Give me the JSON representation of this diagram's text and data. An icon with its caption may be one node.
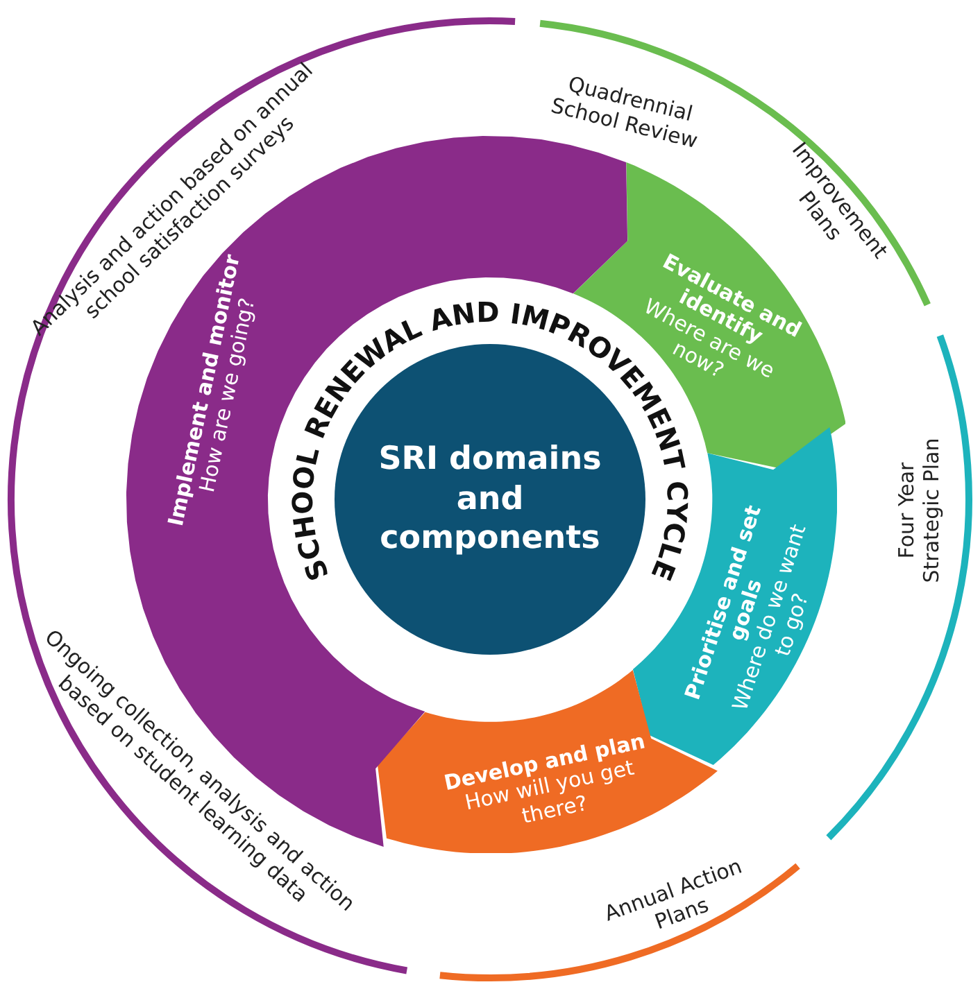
{
  "diagram": {
    "nodes": [
      {
        "text": [
          "SRI domains and components"
        ]
      },
      {
        "text": [
          "Evaluate and identify",
          "Where are we now?"
        ]
      },
      {
        "text": [
          "Prioritise and set goals",
          "Where do we want to go?"
        ]
      },
      {
        "text": [
          "Develop and plan",
          "How will you get there?"
        ]
      },
      {
        "text": [
          "Implement and monitor",
          "How are we going?"
        ]
      }
    ],
    "labels": [
      "SCHOOL RENEWAL AND IMPROVEMENT CYCLE",
      "Quadrennial School Review",
      "Improvement Plans",
      "Analysis and action based on annual school satisfaction surveys",
      "Four Year Strategic Plan",
      "Ongoing collection, analysis and action based on student learning data",
      "Annual Action Plans"
    ]
  }
}
